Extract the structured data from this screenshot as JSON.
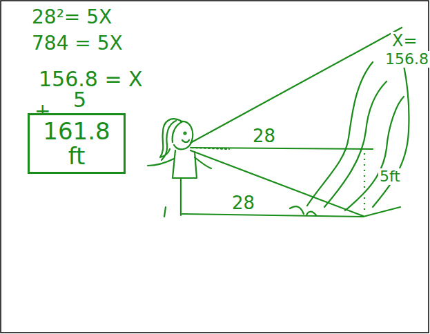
{
  "diagram": {
    "nodes": [
      {
        "text": [
          "161.8 ft"
        ]
      }
    ],
    "labels": [
      "28²= 5X",
      "784 = 5X",
      "156.8 = X",
      "5",
      "+",
      "28",
      "28",
      "5ft",
      "X=",
      "156.8"
    ]
  }
}
